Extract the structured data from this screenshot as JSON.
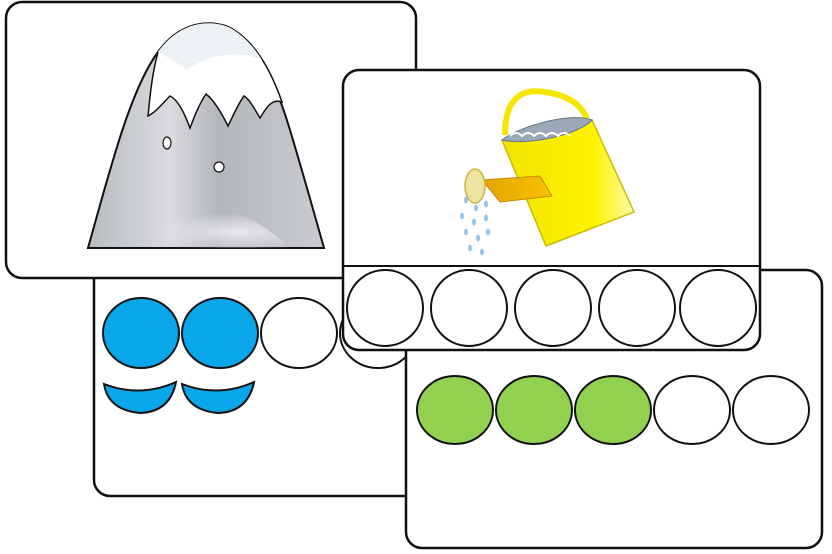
{
  "cards": {
    "mountain": {
      "picture": "snowy-mountain",
      "fill_color": "#e9ecef"
    },
    "blue_card": {
      "circles_total": 4,
      "circles_filled": 2,
      "fill_color": "#0aa6ea",
      "partial_pieces": 2
    },
    "watering_can": {
      "picture": "yellow-watering-can",
      "circles_total": 5,
      "circles_filled": 0,
      "accent_color": "#f5e600"
    },
    "green_card": {
      "circles_total": 5,
      "circles_filled": 3,
      "fill_color": "#92d050"
    }
  },
  "colors": {
    "card_border": "#111111",
    "empty_circle": "#ffffff",
    "blue": "#0aa6ea",
    "green": "#92d050",
    "yellow": "#f5e600"
  }
}
